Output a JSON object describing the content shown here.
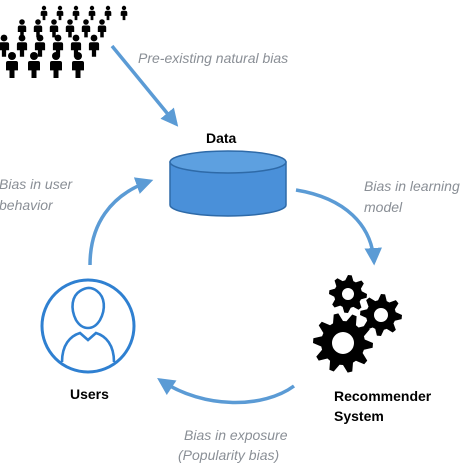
{
  "labels": {
    "preexisting": "Pre-existing natural bias",
    "data": "Data",
    "learning_line1": "Bias in learning",
    "learning_line2": "model",
    "user_behavior_line1": "Bias in user",
    "user_behavior_line2": "behavior",
    "users": "Users",
    "recommender_line1": "Recommender",
    "recommender_line2": "System",
    "exposure_line1": "Bias in exposure",
    "exposure_line2": "(Popularity bias)"
  },
  "icons": {
    "crowd": "people-crowd-icon",
    "database": "database-cylinder-icon",
    "gears": "gears-icon",
    "user": "user-circle-icon"
  },
  "colors": {
    "arrow": "#5b9bd5",
    "cylinder_fill": "#4a90d9",
    "cylinder_stroke": "#2e6aa8",
    "user_icon": "#2f80d1",
    "label_gray": "#8a8f96"
  }
}
